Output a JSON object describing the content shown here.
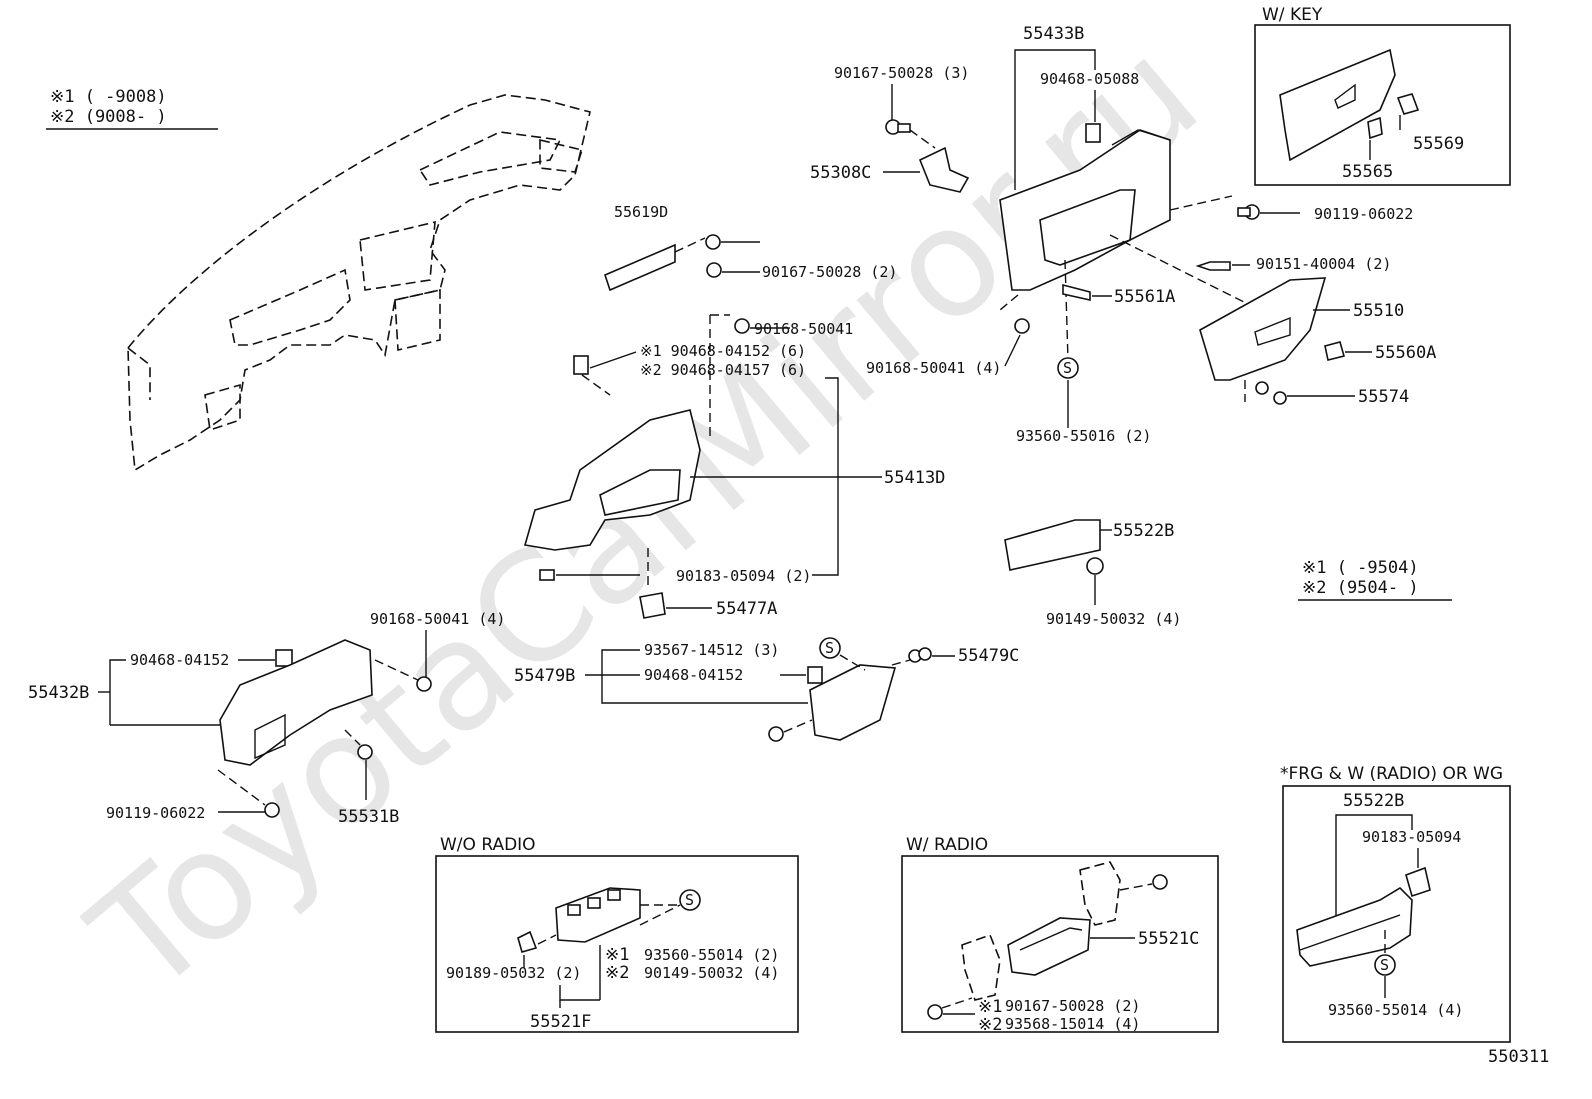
{
  "diagram_id": "550311",
  "watermark": "ToyotaCarMirror.ru",
  "notes": {
    "left": {
      "row1": "※1 (      -9008)",
      "row2": "※2 (9008-      )"
    },
    "right": {
      "row1": "※1 (      -9504)",
      "row2": "※2 (9504-      )"
    }
  },
  "panels": {
    "w_key": "W/ KEY",
    "wo_radio": "W/O RADIO",
    "w_radio": "W/ RADIO",
    "frg": "*FRG & W (RADIO) OR WG"
  },
  "parts": {
    "p55433B": "55433B",
    "p90468_05088": "90468-05088",
    "p90167_50028_3": "90167-50028 (3)",
    "p55308C": "55308C",
    "p55619D": "55619D",
    "p90167_50028_2": "90167-50028 (2)",
    "p90168_50041": "90168-50041",
    "p90468_04152_6": "※1 90468-04152 (6)",
    "p90468_04157_6": "※2 90468-04157 (6)",
    "p55413D": "55413D",
    "p90183_05094_2": "90183-05094 (2)",
    "p55477A": "55477A",
    "p55569": "55569",
    "p55565": "55565",
    "p90119_06022_r": "90119-06022",
    "p90151_40004": "90151-40004 (2)",
    "p55561A": "55561A",
    "p55510": "55510",
    "p90168_50041_4r": "90168-50041 (4)",
    "p55560A": "55560A",
    "p55574": "55574",
    "p93560_55016": "93560-55016 (2)",
    "p55522B": "55522B",
    "p90149_50032_4": "90149-50032 (4)",
    "p90168_50041_4l": "90168-50041 (4)",
    "p90468_04152_l": "90468-04152",
    "p55432B": "55432B",
    "p90119_06022_l": "90119-06022",
    "p55531B": "55531B",
    "p93567_14512": "93567-14512 (3)",
    "p55479B": "55479B",
    "p90468_04152_m": "90468-04152",
    "p55479C": "55479C",
    "p93560_55014_2": "93560-55014 (2)",
    "p90149_50032_4b": "90149-50032 (4)",
    "p90189_05032": "90189-05032 (2)",
    "p55521F": "55521F",
    "mark1": "※1",
    "mark2": "※2",
    "p55521C": "55521C",
    "p90167_50028_2b": "90167-50028 (2)",
    "p93568_15014": "93568-15014 (4)",
    "p55522B_frg": "55522B",
    "p90183_05094": "90183-05094",
    "p93560_55014_4": "93560-55014 (4)",
    "s": "S"
  }
}
